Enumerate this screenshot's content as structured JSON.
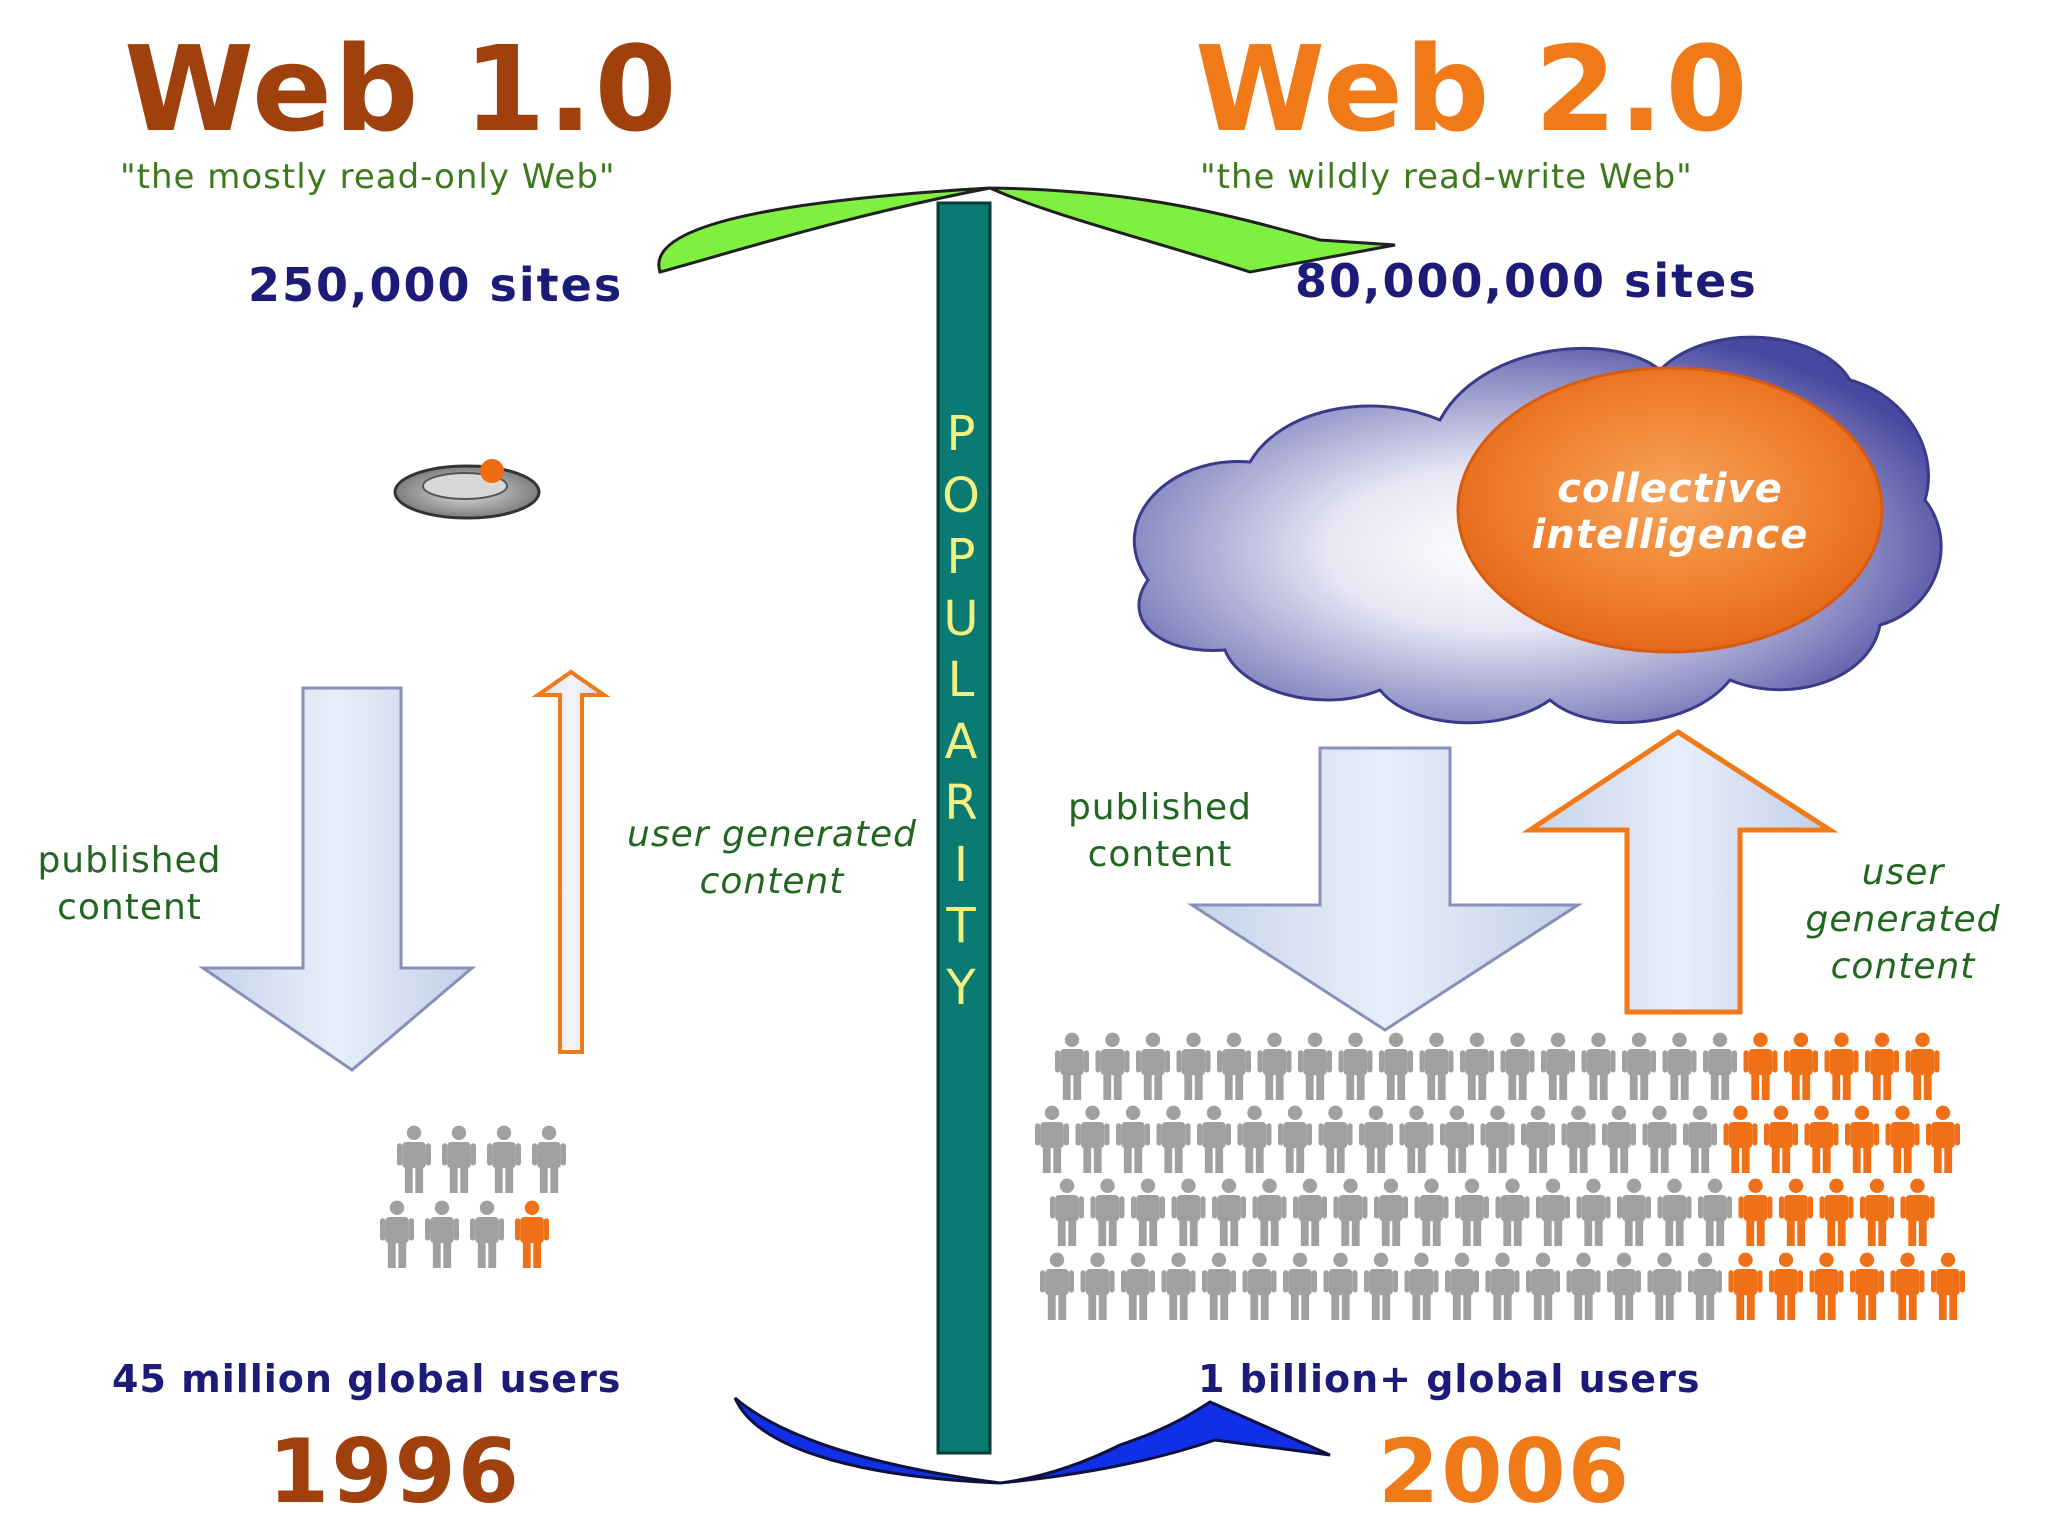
{
  "left": {
    "title": "Web 1.0",
    "subtitle": "\"the mostly read-only Web\"",
    "sites": "250,000 sites",
    "flow_down": "published content",
    "flow_up": "user generated content",
    "users": "45 million global users",
    "year": "1996"
  },
  "right": {
    "title": "Web 2.0",
    "subtitle": "\"the wildly read-write Web\"",
    "sites": "80,000,000 sites",
    "cloud_label": "collective intelligence",
    "flow_down": "published content",
    "flow_up": "user generated content",
    "users": "1 billion+ global users",
    "year": "2006"
  },
  "center_bar": {
    "letters": [
      "P",
      "O",
      "P",
      "U",
      "L",
      "A",
      "R",
      "I",
      "T",
      "Y"
    ]
  },
  "colors": {
    "web1_title": "#a0400c",
    "web2_title": "#f07a18",
    "year1": "#a0400c",
    "year2": "#f07a18",
    "center_bar": "#0a7a72",
    "top_arrow": "#80f040",
    "bottom_arrow": "#1030e8",
    "person_gray": "#a0a0a0",
    "person_orange": "#f07018"
  },
  "crowds": {
    "web1": {
      "orange_count": 1
    },
    "web2": {
      "orange_fraction": 0.24
    }
  }
}
